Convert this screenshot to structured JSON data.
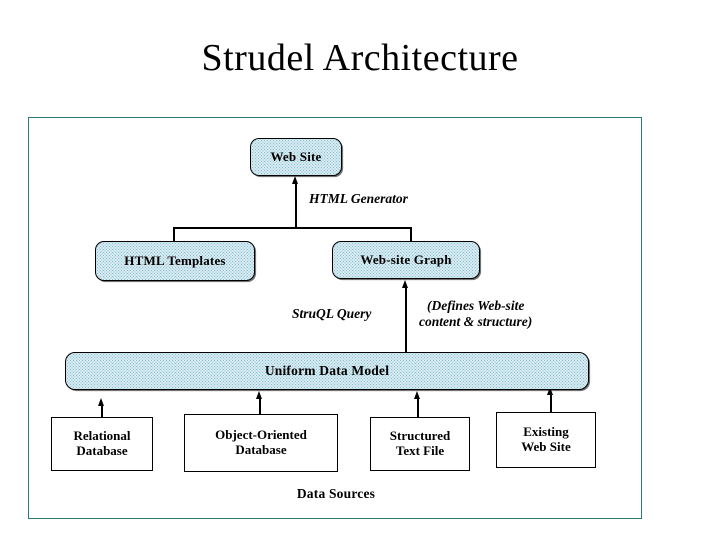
{
  "slide": {
    "title": "Strudel Architecture",
    "frame_color": "#2b7b7e",
    "background": "#ffffff"
  },
  "diagram": {
    "node_fill": "#dbe9f2",
    "node_stipple_color": "#7fc4cc",
    "node_border": "#000000",
    "nodes": [
      {
        "id": "web-site",
        "label": "Web Site",
        "style": "stipple"
      },
      {
        "id": "html-templates",
        "label": "HTML Templates",
        "style": "stipple"
      },
      {
        "id": "website-graph",
        "label": "Web-site Graph",
        "style": "stipple"
      },
      {
        "id": "uniform-data",
        "label": "Uniform Data Model",
        "style": "stipple"
      },
      {
        "id": "relational-db",
        "label": "Relational\nDatabase",
        "style": "plain"
      },
      {
        "id": "oo-db",
        "label": "Object-Oriented\nDatabase",
        "style": "plain"
      },
      {
        "id": "structured-text",
        "label": "Structured\nText File",
        "style": "plain"
      },
      {
        "id": "existing-site",
        "label": "Existing\nWeb Site",
        "style": "plain"
      }
    ],
    "edge_labels": {
      "html_generator": "HTML Generator",
      "struql_query": "StruQL Query",
      "defines": "(Defines  Web-site\ncontent & structure)",
      "data_sources": "Data Sources"
    }
  }
}
